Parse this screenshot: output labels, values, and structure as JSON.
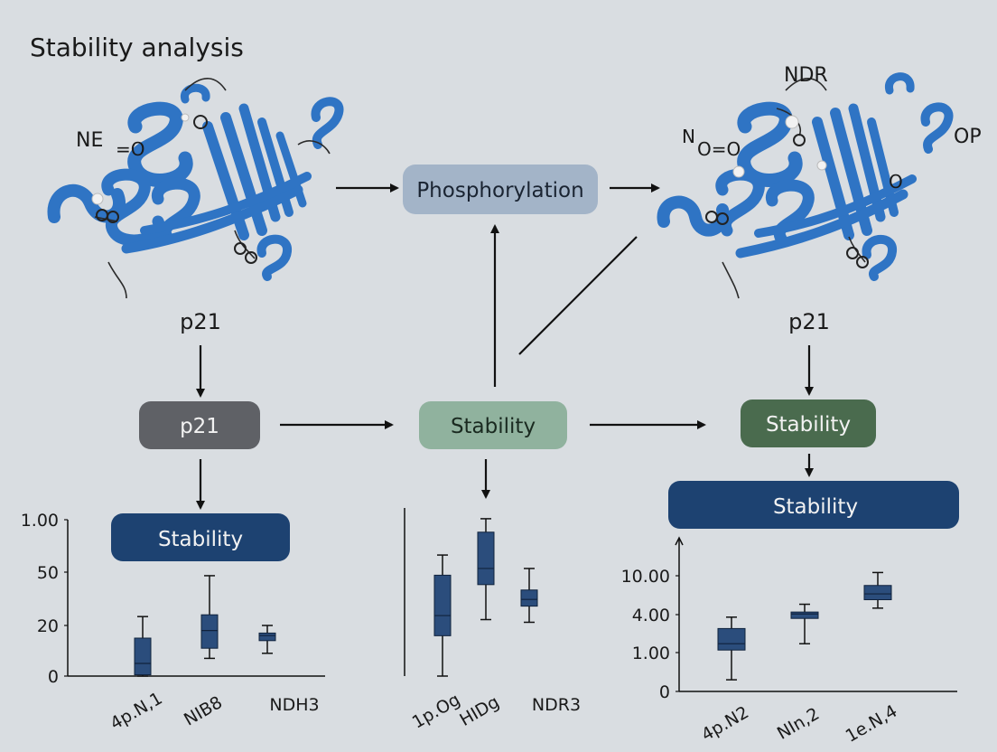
{
  "title": "Stability analysis",
  "protein_left": {
    "labels": [
      "NE",
      "=O"
    ],
    "below_label": "p21"
  },
  "protein_right": {
    "top_label": "NDR",
    "labels": [
      "N",
      "O=O",
      "OP",
      "O"
    ],
    "below_label": "p21"
  },
  "nodes": {
    "phosphorylation": "Phosphorylation",
    "p21_box": "p21",
    "stability_center": "Stability",
    "stability_right": "Stability",
    "stability_left_bottom": "Stability",
    "stability_right_wide": "Stability"
  },
  "colors": {
    "background": "#d9dde1",
    "phosphorylation_box": "#a3b4c8",
    "p21_box": "#5f6166",
    "stability_center_box": "#90b29e",
    "stability_right_box": "#4a6b4e",
    "stability_navy_box": "#1d4271",
    "box_plot_fill": "#2b4d7c",
    "protein_blue": "#2f74c4"
  },
  "chart_data": [
    {
      "type": "box",
      "y_ticks": [
        "1.00",
        "50",
        "20",
        "0"
      ],
      "x_ticks": [
        "4p.N,1",
        "NIB8",
        "NDH3"
      ],
      "boxes": [
        {
          "min": 0,
          "q1": 0.5,
          "median": 5,
          "q3": 15,
          "max": 25
        },
        {
          "min": 7,
          "q1": 11,
          "median": 18,
          "q3": 26,
          "max": 48
        },
        {
          "min": 9,
          "q1": 14,
          "median": 16,
          "q3": 17,
          "max": 20
        }
      ]
    },
    {
      "type": "box",
      "y_ticks": [],
      "x_ticks": [
        "1p.Og",
        "HIDg",
        "NDR3"
      ],
      "boxes": [
        {
          "min": 0,
          "q1": 30,
          "median": 45,
          "q3": 75,
          "max": 90
        },
        {
          "min": 42,
          "q1": 68,
          "median": 80,
          "q3": 107,
          "max": 117
        },
        {
          "min": 40,
          "q1": 52,
          "median": 57,
          "q3": 64,
          "max": 80
        }
      ]
    },
    {
      "type": "box",
      "y_ticks": [
        "10.00",
        "4.00",
        "1.00",
        "0"
      ],
      "x_ticks": [
        "4p.N2",
        "NIn,2",
        "1e.N,4"
      ],
      "boxes": [
        {
          "min": 0.3,
          "q1": 1.2,
          "median": 1.7,
          "q3": 2.9,
          "max": 3.8
        },
        {
          "min": 1.7,
          "q1": 3.7,
          "median": 4.1,
          "q3": 4.4,
          "max": 5.6
        },
        {
          "min": 5.0,
          "q1": 6.3,
          "median": 7.2,
          "q3": 8.5,
          "max": 10.5
        }
      ]
    }
  ]
}
